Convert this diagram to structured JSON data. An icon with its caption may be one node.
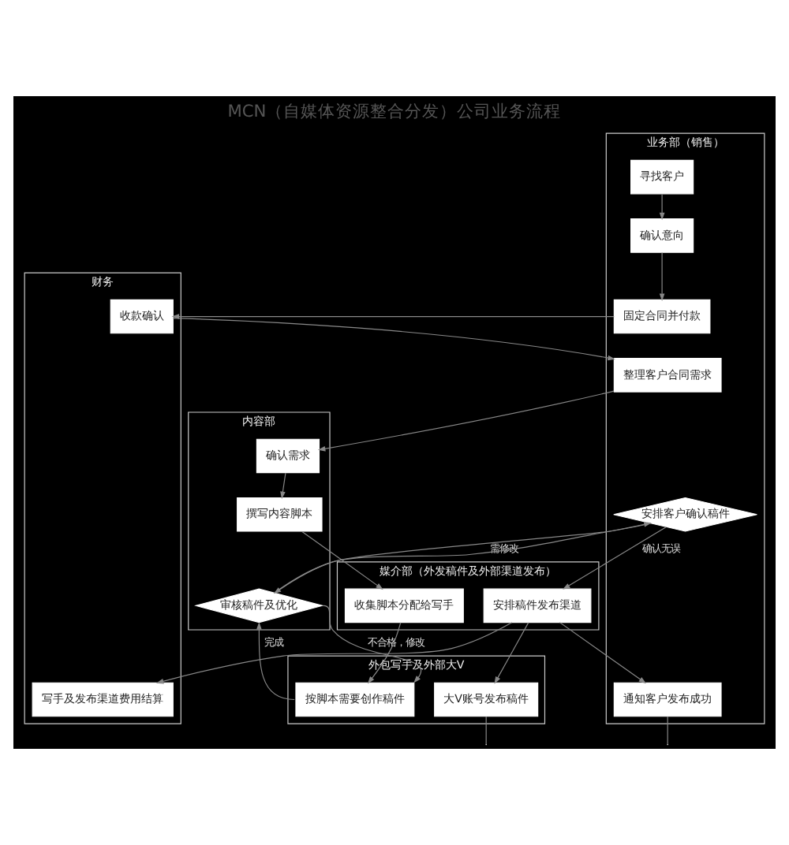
{
  "diagram": {
    "title": "MCN（自媒体资源整合分发）公司业务流程",
    "nodes": [
      {
        "text": [
          "财务"
        ]
      },
      {
        "text": [
          "业务部（销售）"
        ]
      },
      {
        "text": [
          "内容部"
        ]
      },
      {
        "text": [
          "媒介部（外发稿件及外部渠道发布）"
        ]
      },
      {
        "text": [
          "外包写手及外部大V"
        ]
      },
      {
        "text": [
          "寻找客户"
        ],
        "in": 1
      },
      {
        "text": [
          "确认意向"
        ],
        "in": 1
      },
      {
        "text": [
          "固定合同并付款"
        ],
        "in": 1
      },
      {
        "text": [
          "收款确认"
        ],
        "in": 0
      },
      {
        "text": [
          "整理客户合同需求"
        ],
        "in": 1
      },
      {
        "text": [
          "确认需求"
        ],
        "in": 2
      },
      {
        "text": [
          "撰写内容脚本"
        ],
        "in": 2
      },
      {
        "text": [
          "收集脚本分配给写手"
        ],
        "in": 3
      },
      {
        "text": [
          "按脚本需要创作稿件"
        ],
        "in": 4
      },
      {
        "text": [
          "审核稿件及优化"
        ],
        "in": 2
      },
      {
        "text": [
          "安排客户确认稿件"
        ],
        "in": 1
      },
      {
        "text": [
          "写手及发布渠道费用结算"
        ],
        "in": 0
      },
      {
        "text": [
          "安排稿件发布渠道"
        ],
        "in": 3
      },
      {
        "text": [
          "大V账号发布稿件"
        ],
        "in": 4
      },
      {
        "text": [
          "通知客户发布成功"
        ],
        "in": 1
      }
    ],
    "edges": [
      {
        "from": 5,
        "to": 6,
        "arrow": "to"
      },
      {
        "from": 6,
        "to": 7,
        "arrow": "to"
      },
      {
        "from": 7,
        "to": 8,
        "arrow": "to"
      },
      {
        "from": 8,
        "to": 9,
        "arrow": "to"
      },
      {
        "from": 9,
        "to": 10,
        "arrow": "to"
      },
      {
        "from": 10,
        "to": 11,
        "arrow": "to"
      },
      {
        "from": 11,
        "to": 12,
        "arrow": "to"
      },
      {
        "from": 12,
        "to": 13,
        "arrow": "to"
      },
      {
        "from": 13,
        "to": 14,
        "arrow": "to",
        "label": "完成"
      },
      {
        "from": 14,
        "to": 13,
        "arrow": "to",
        "label": "不合格，修改"
      },
      {
        "from": 14,
        "to": 15,
        "arrow": "to"
      },
      {
        "from": 15,
        "to": 14,
        "arrow": "to",
        "label": "需修改"
      },
      {
        "from": 15,
        "to": 17,
        "arrow": "to",
        "label": "确认无误"
      },
      {
        "from": 17,
        "to": 16,
        "arrow": "to"
      },
      {
        "from": 17,
        "to": 18,
        "arrow": "to"
      },
      {
        "from": 17,
        "to": 19,
        "arrow": "to"
      },
      {
        "from": 18,
        "to": null,
        "arrow": "none"
      },
      {
        "from": 19,
        "to": null,
        "arrow": "none"
      }
    ]
  }
}
